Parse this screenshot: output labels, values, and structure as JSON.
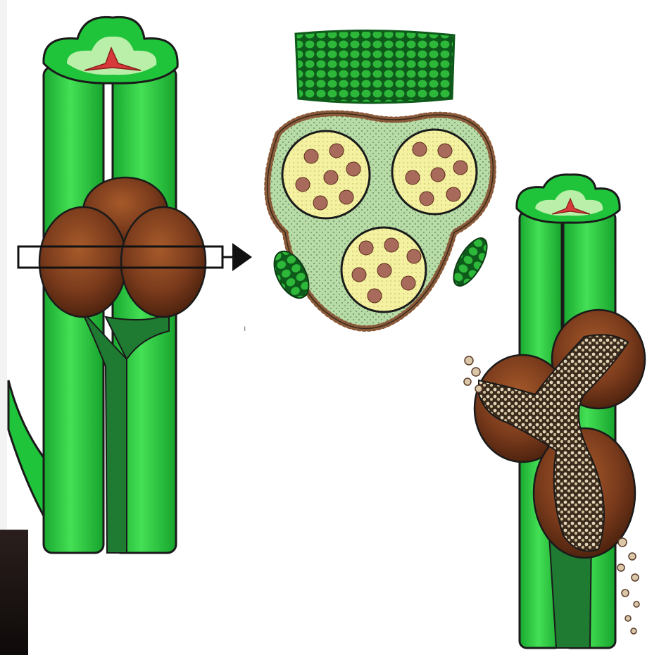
{
  "colors": {
    "stem_green": "#1fc43a",
    "stem_green_light": "#44e055",
    "stem_green_dark": "#1f7a32",
    "outline": "#1a1a1a",
    "stem_top_inner": "#b9efa8",
    "stem_vascular_red": "#d63a3a",
    "sporangium_brown": "#7a3b1c",
    "sporangium_brown_light": "#a75a2a",
    "sporangium_brown_dark": "#4a200d",
    "section_epidermis": "#2db83a",
    "section_tissue": "#b8dca8",
    "section_locule": "#f4f1a0",
    "spore_tetrad": "#a86a5a",
    "section_wall_dots": "#8a5a3a",
    "spore_release": "#d9c7a8",
    "arrow": "#111111"
  },
  "figures": [
    {
      "part": "stem-with-synangium"
    },
    {
      "part": "cross-section-of-synangium"
    },
    {
      "part": "dehisced-synangium-releasing-spores"
    }
  ]
}
